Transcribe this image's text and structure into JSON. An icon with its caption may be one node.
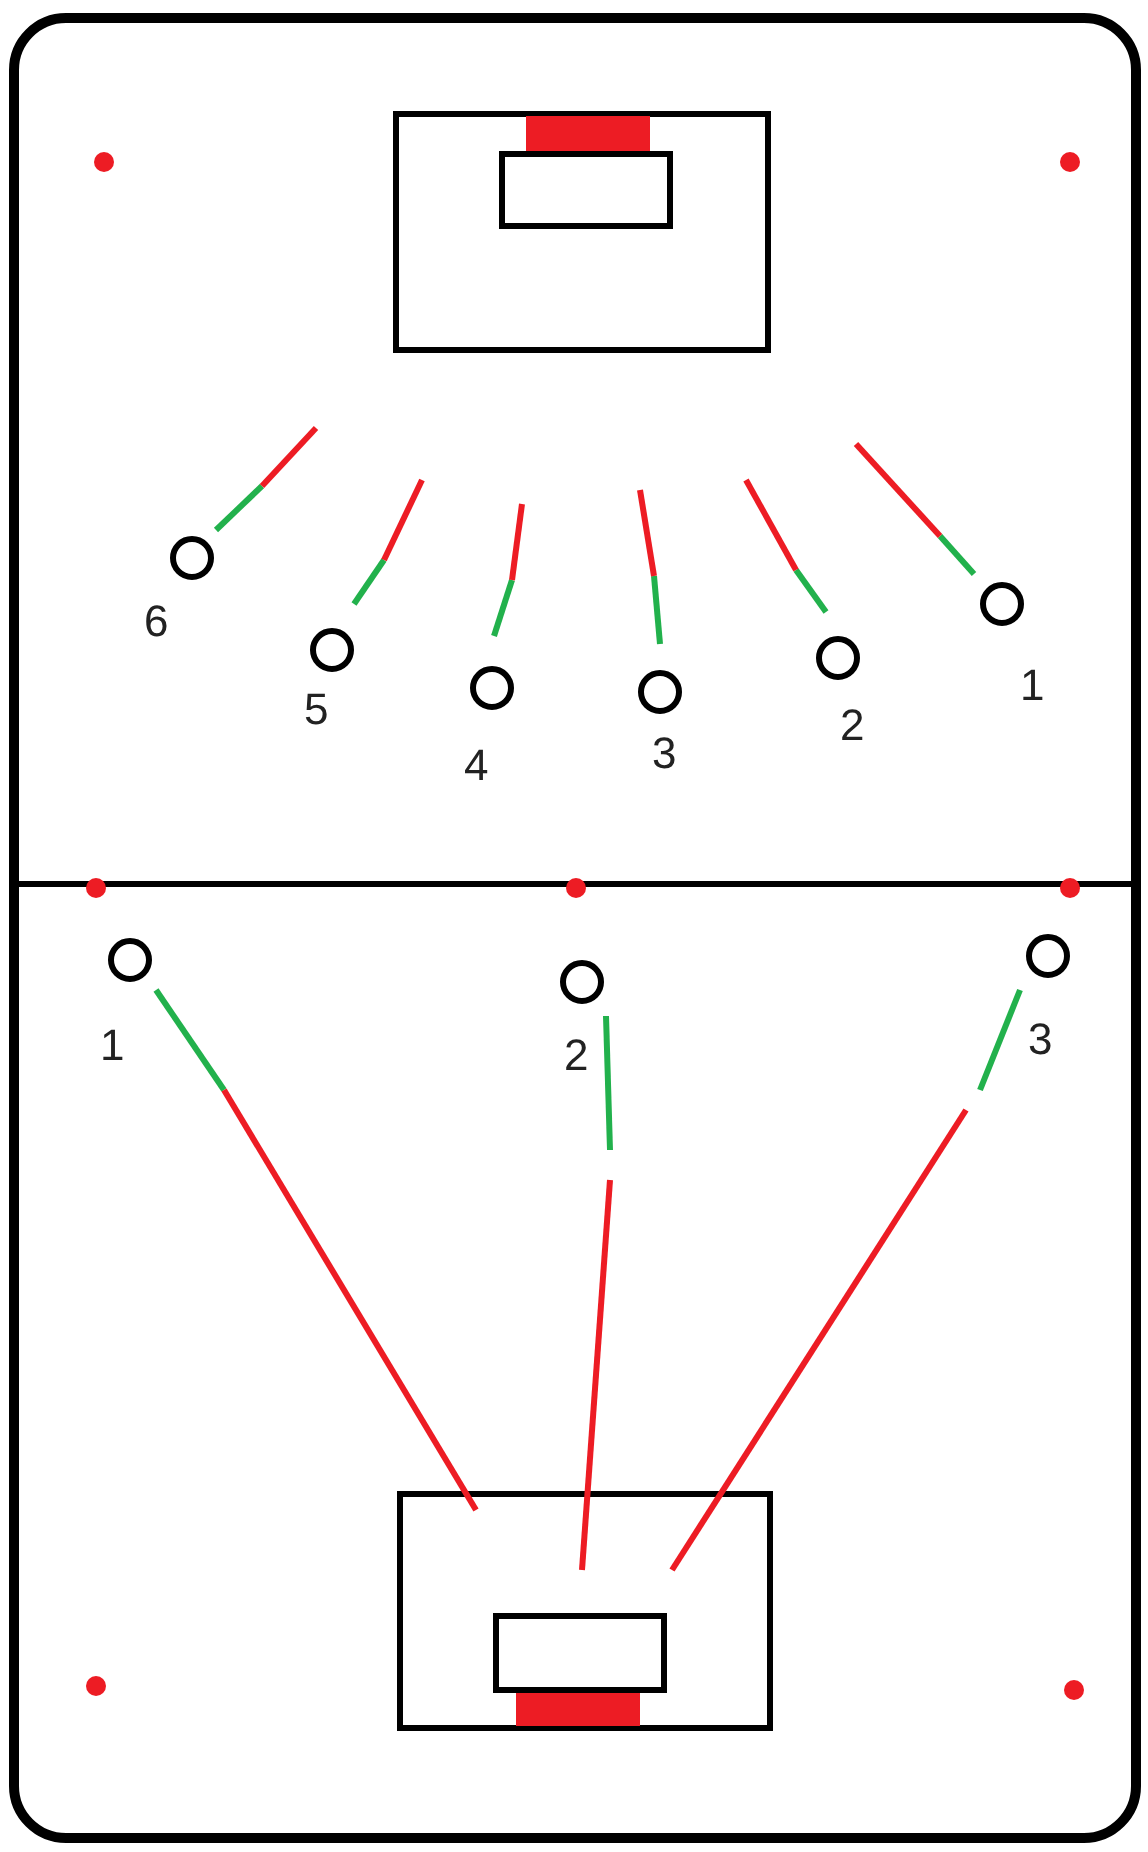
{
  "diagram": {
    "nodes": [
      {
        "text": [],
        "shape": "circle",
        "beside": [
          "6"
        ]
      },
      {
        "text": [],
        "shape": "circle",
        "beside": [
          "5"
        ]
      },
      {
        "text": [],
        "shape": "circle",
        "beside": [
          "4"
        ]
      },
      {
        "text": [],
        "shape": "circle",
        "beside": [
          "3"
        ]
      },
      {
        "text": [],
        "shape": "circle",
        "beside": [
          "2"
        ]
      },
      {
        "text": [],
        "shape": "circle",
        "beside": [
          "1"
        ]
      },
      {
        "text": [],
        "shape": "circle",
        "beside": [
          "1"
        ]
      },
      {
        "text": [],
        "shape": "circle",
        "beside": [
          "2"
        ]
      },
      {
        "text": [],
        "shape": "circle",
        "beside": [
          "3"
        ]
      }
    ]
  }
}
